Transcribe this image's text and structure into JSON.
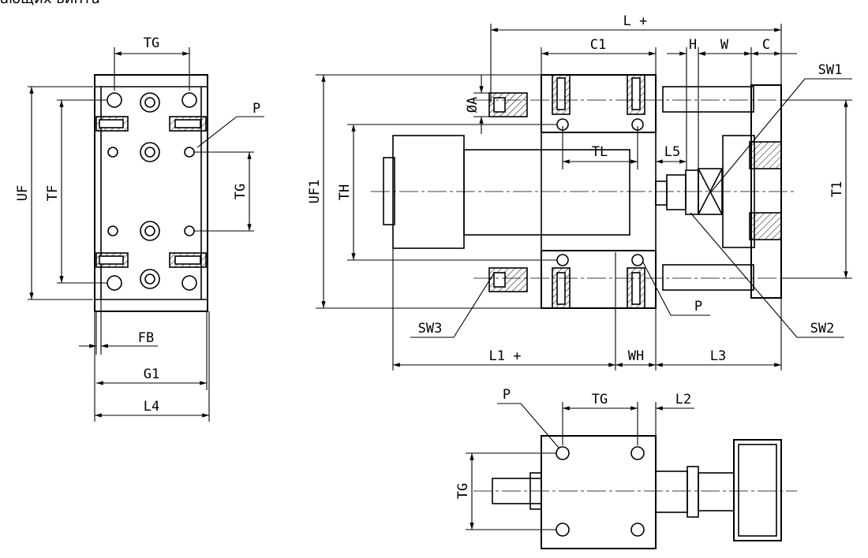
{
  "caption": "ающих винта",
  "labels": {
    "TG": "TG",
    "P": "P",
    "UF": "UF",
    "TF": "TF",
    "FB": "FB",
    "G1": "G1",
    "L4": "L4",
    "L_plus": "L +",
    "C1": "C1",
    "H": "H",
    "W": "W",
    "C": "C",
    "SW1": "SW1",
    "SW2": "SW2",
    "SW3": "SW3",
    "phiA": "ØA",
    "TL": "TL",
    "L5": "L5",
    "UF1": "UF1",
    "TH": "TH",
    "T1": "T1",
    "L1_plus": "L1 +",
    "WH": "WH",
    "L3": "L3",
    "L2": "L2"
  }
}
